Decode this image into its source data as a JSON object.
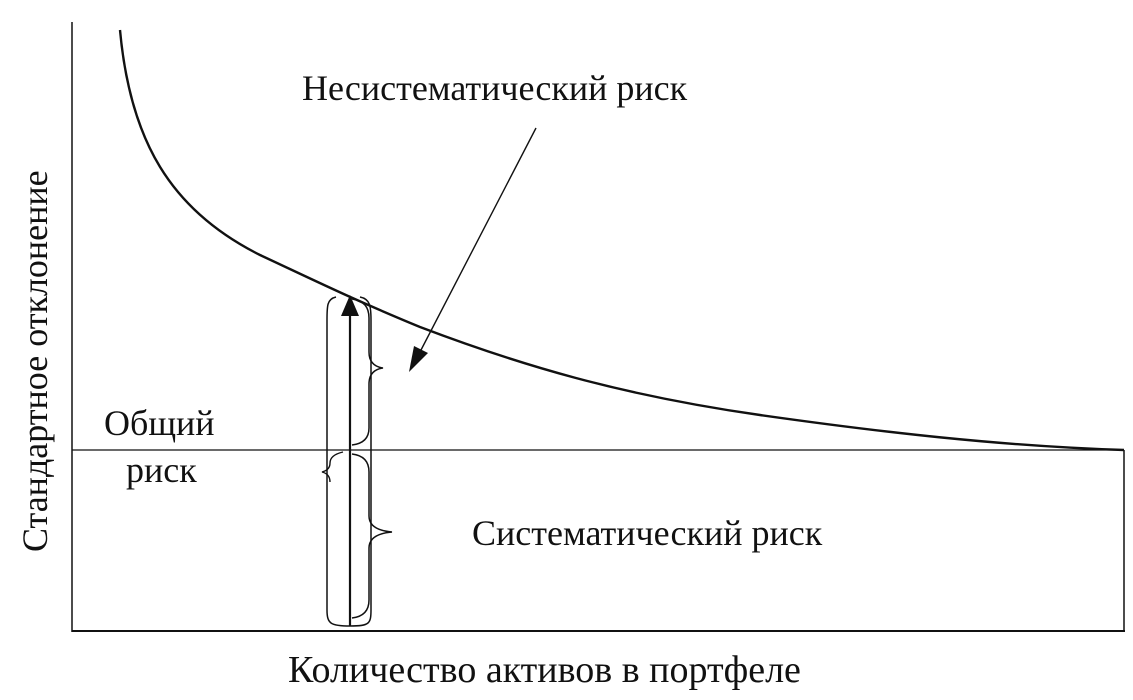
{
  "labels": {
    "y_axis": "Стандартное отклонение",
    "x_axis": "Количество активов в портфеле",
    "unsystematic": "Несистематический риск",
    "total_line1": "Общий",
    "total_line2": "риск",
    "systematic": "Систематический риск"
  },
  "colors": {
    "ink": "#111111",
    "paper": "#ffffff"
  }
}
